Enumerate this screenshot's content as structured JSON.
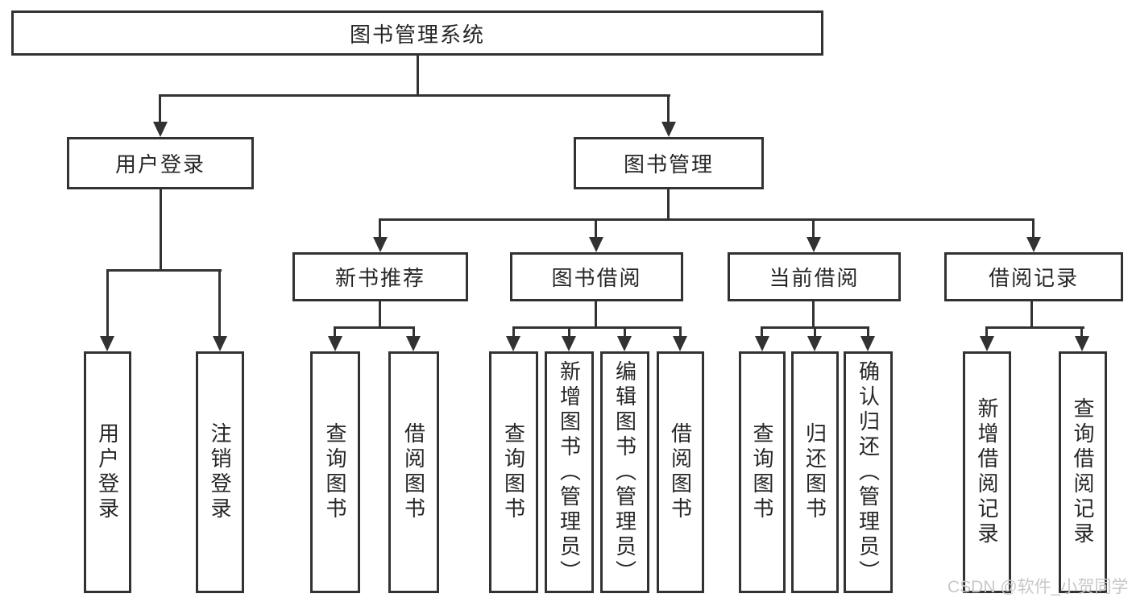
{
  "nodes": {
    "root": "图书管理系统",
    "login": "用户登录",
    "manage": "图书管理",
    "newbook": "新书推荐",
    "borrow": "图书借阅",
    "current": "当前借阅",
    "records": "借阅记录",
    "leaves": {
      "login_user": "用户登录",
      "login_logout": "注销登录",
      "nb_query": "查询图书",
      "nb_borrow": "借阅图书",
      "bb_query": "查询图书",
      "bb_add": "新增图书（管理员）",
      "bb_edit": "编辑图书（管理员）",
      "bb_borrow": "借阅图书",
      "cb_query": "查询图书",
      "cb_return": "归还图书",
      "cb_confirm": "确认归还（管理员）",
      "rec_add": "新增借阅记录",
      "rec_query": "查询借阅记录"
    }
  },
  "watermark": "CSDN @软件_小贺同学",
  "colors": {
    "line": "#323232",
    "text": "#262626",
    "watermark": "#c8c8c8",
    "background": "#ffffff"
  }
}
